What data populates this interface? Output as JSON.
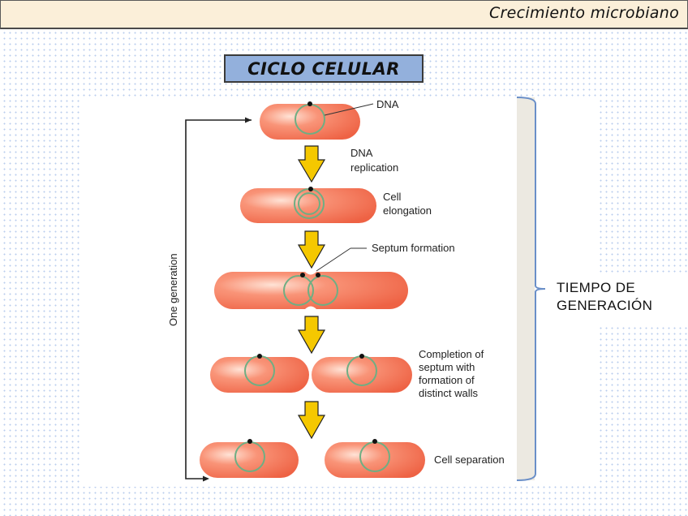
{
  "header": {
    "title": "Crecimiento microbiano"
  },
  "slide": {
    "title": "CICLO CELULAR"
  },
  "diagram": {
    "side_label": "One generation",
    "stage_labels": {
      "dna": "DNA",
      "dna_replication_1": "DNA",
      "dna_replication_2": "replication",
      "cell_elongation_1": "Cell",
      "cell_elongation_2": "elongation",
      "septum_formation": "Septum formation",
      "completion_1": "Completion of",
      "completion_2": "septum with",
      "completion_3": "formation of",
      "completion_4": "distinct walls",
      "cell_separation": "Cell separation"
    },
    "colors": {
      "cell": "#f47a5e",
      "dna_ring": "#6fae83",
      "arrow": "#f5c800"
    }
  },
  "annotation": {
    "line1": "TIEMPO DE",
    "line2": "GENERACIÓN"
  }
}
